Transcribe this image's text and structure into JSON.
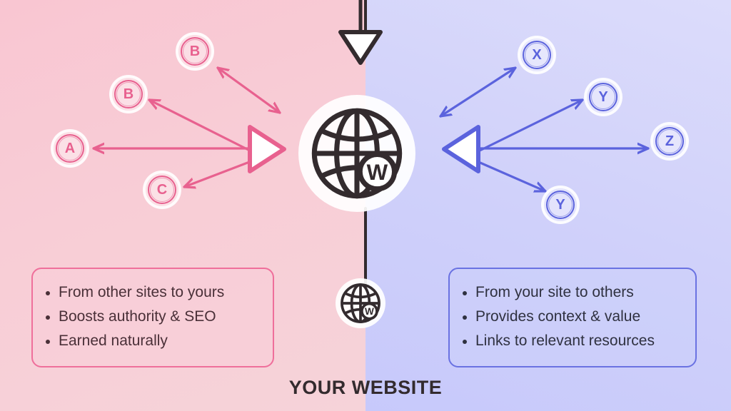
{
  "diagram": {
    "caption": "YOUR WEBSITE",
    "center_icon": "globe-w-icon",
    "bottom_icon": "globe-w-icon",
    "globe_badge_letter": "W",
    "colors": {
      "pink_accent": "#e8618f",
      "pink_border": "#ef6f9b",
      "pink_bg_start": "#f9c6d2",
      "pink_bg_end": "#f6d3d9",
      "blue_accent": "#5b63dd",
      "blue_border": "#6a72e2",
      "blue_bg_start": "#dcdcfb",
      "blue_bg_end": "#c7c9fb",
      "divider": "#332b2e",
      "caption_color": "#332b2e"
    }
  },
  "left_side": {
    "label": "inbound-backlinks",
    "marker": "play-triangle-right-icon",
    "nodes": [
      {
        "id": "b-top",
        "letter": "B"
      },
      {
        "id": "b-mid",
        "letter": "B"
      },
      {
        "id": "a",
        "letter": "A"
      },
      {
        "id": "c",
        "letter": "C"
      }
    ],
    "bullets": [
      "From other sites to yours",
      "Boosts authority & SEO",
      "Earned naturally"
    ]
  },
  "right_side": {
    "label": "outbound-links",
    "marker": "play-triangle-left-icon",
    "nodes": [
      {
        "id": "x",
        "letter": "X"
      },
      {
        "id": "y-upper",
        "letter": "Y"
      },
      {
        "id": "z",
        "letter": "Z"
      },
      {
        "id": "y-lower",
        "letter": "Y"
      }
    ],
    "bullets": [
      "From your site to others",
      "Provides context & value",
      "Links to relevant resources"
    ]
  },
  "top_marker": {
    "name": "downward-triangle-icon"
  }
}
